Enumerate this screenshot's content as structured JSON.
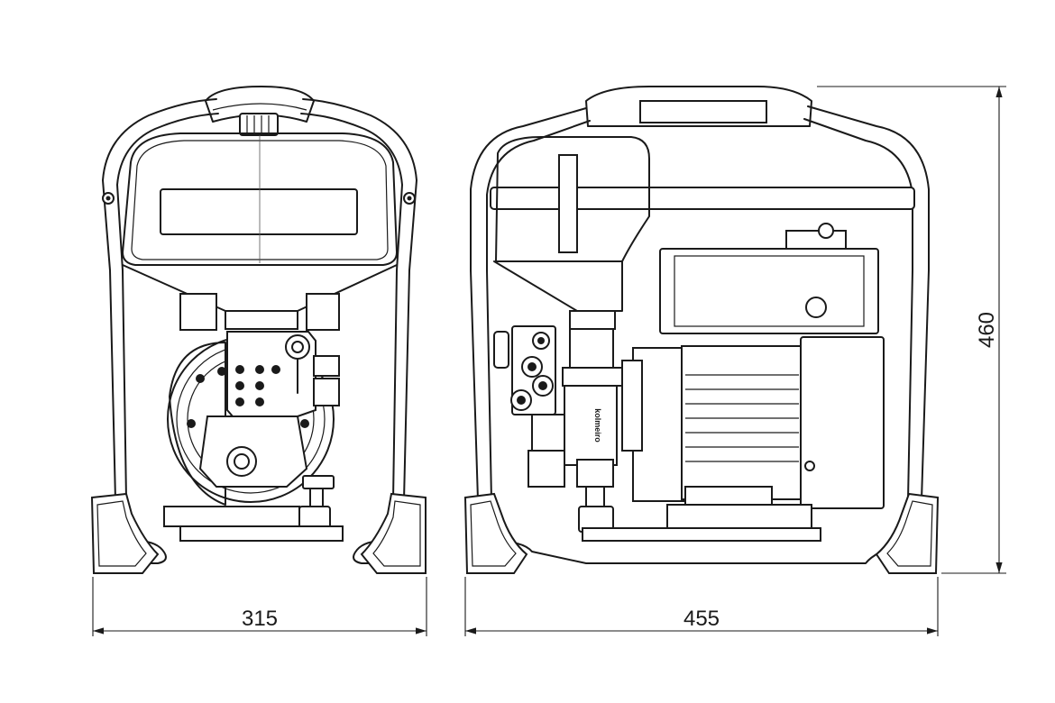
{
  "drawing": {
    "dimensions": {
      "front_width": "315",
      "side_width": "455",
      "height": "460"
    },
    "brand_marking": "kolmeiro"
  }
}
